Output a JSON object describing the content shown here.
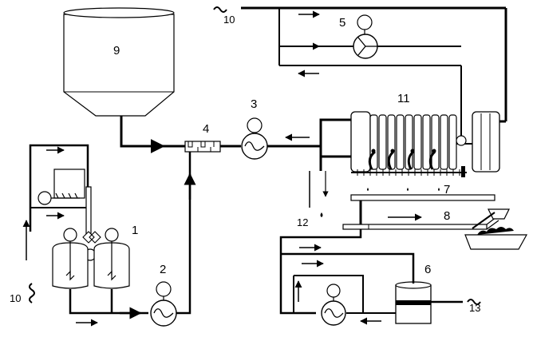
{
  "labels": {
    "n1": "1",
    "n2": "2",
    "n3": "3",
    "n4": "4",
    "n5": "5",
    "n6": "6",
    "n7": "7",
    "n8": "8",
    "n9": "9",
    "n10_top": "10",
    "n10_left": "10",
    "n11": "11",
    "n12": "12",
    "n13": "13"
  },
  "colors": {
    "line": "#000000",
    "tank_fill": "#ffffff",
    "background": "#ffffff"
  }
}
